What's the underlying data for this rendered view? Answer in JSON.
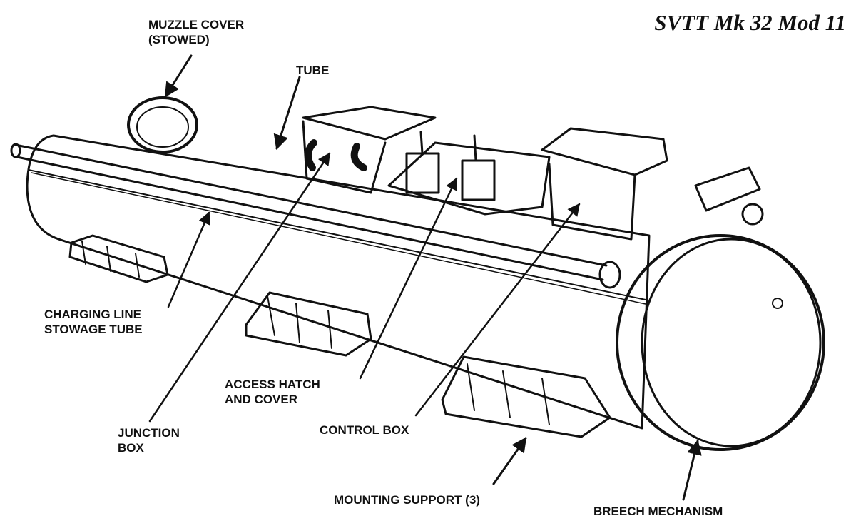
{
  "title": "SVTT Mk 32 Mod 11",
  "labels": {
    "muzzle_cover": [
      "MUZZLE COVER",
      "(STOWED)"
    ],
    "tube": "TUBE",
    "charging_line": [
      "CHARGING LINE",
      "STOWAGE TUBE"
    ],
    "access_hatch": [
      "ACCESS HATCH",
      "AND COVER"
    ],
    "junction_box": [
      "JUNCTION",
      "BOX"
    ],
    "control_box": "CONTROL BOX",
    "mounting_support": "MOUNTING SUPPORT (3)",
    "breech_mechanism": "BREECH MECHANISM"
  }
}
